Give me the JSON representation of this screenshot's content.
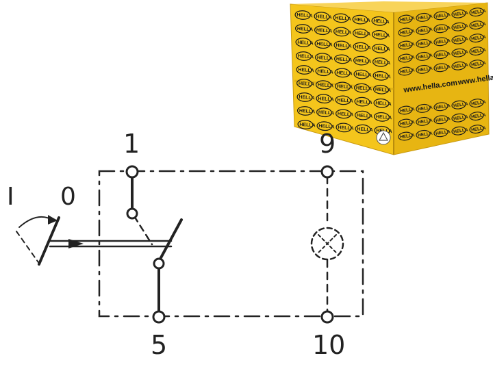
{
  "terminals": {
    "t1": "1",
    "t9": "9",
    "t5": "5",
    "t10": "10"
  },
  "positions": {
    "on": "I",
    "off": "0"
  },
  "box": {
    "brand": "HELLA",
    "url": "www.hella.com",
    "colors": {
      "cardboard": "#f2c21a",
      "cardboard_shade": "#d9a812",
      "ink": "#1a1a1a"
    }
  },
  "diagram": {
    "colors": {
      "line": "#222222",
      "background": "#ffffff"
    }
  }
}
